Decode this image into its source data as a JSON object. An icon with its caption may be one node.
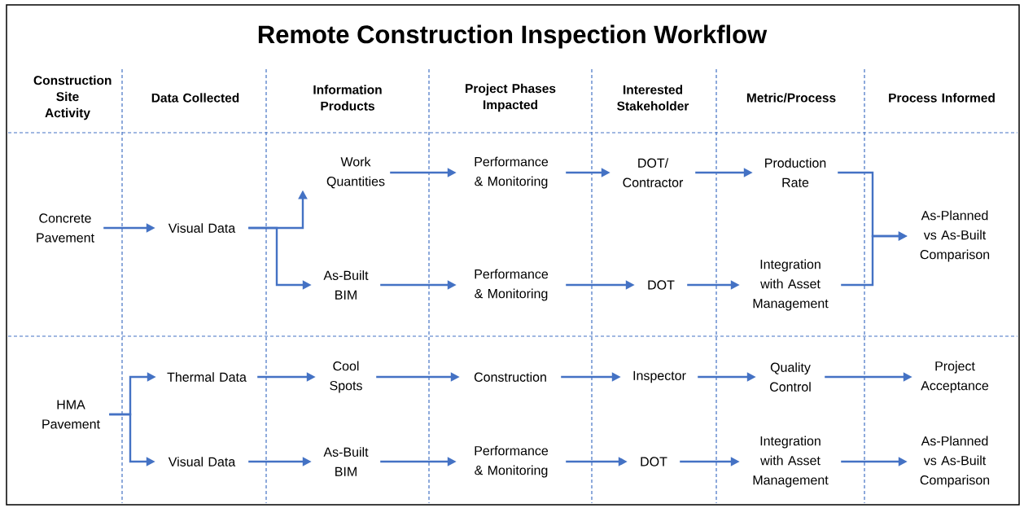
{
  "diagram": {
    "title": "Remote Construction Inspection Workflow",
    "nodes": [
      {
        "text": [
          "Concrete Pavement"
        ]
      },
      {
        "text": [
          "Visual Data"
        ]
      },
      {
        "text": [
          "Work Quantities"
        ]
      },
      {
        "text": [
          "As-Built BIM"
        ]
      },
      {
        "text": [
          "Performance & Monitoring"
        ]
      },
      {
        "text": [
          "Performance & Monitoring"
        ]
      },
      {
        "text": [
          "DOT/ Contractor"
        ]
      },
      {
        "text": [
          "DOT"
        ]
      },
      {
        "text": [
          "Production Rate"
        ]
      },
      {
        "text": [
          "Integration with Asset Management"
        ]
      },
      {
        "text": [
          "As-Planned vs As-Built Comparison"
        ]
      },
      {
        "text": [
          "HMA Pavement"
        ]
      },
      {
        "text": [
          "Thermal Data"
        ]
      },
      {
        "text": [
          "Visual Data"
        ]
      },
      {
        "text": [
          "Cool Spots"
        ]
      },
      {
        "text": [
          "Construction"
        ]
      },
      {
        "text": [
          "Inspector"
        ]
      },
      {
        "text": [
          "Quality Control"
        ]
      },
      {
        "text": [
          "Project Acceptance"
        ]
      },
      {
        "text": [
          "As-Built BIM"
        ]
      },
      {
        "text": [
          "Performance & Monitoring"
        ]
      },
      {
        "text": [
          "DOT"
        ]
      },
      {
        "text": [
          "Integration with Asset Management"
        ]
      },
      {
        "text": [
          "As-Planned vs As-Built Comparison"
        ]
      }
    ],
    "edges": [
      {
        "from": 0,
        "to": 1,
        "arrow": "to"
      },
      {
        "from": 1,
        "to": 2,
        "arrow": "to"
      },
      {
        "from": 1,
        "to": 3,
        "arrow": "to"
      },
      {
        "from": 2,
        "to": 4,
        "arrow": "to"
      },
      {
        "from": 3,
        "to": 5,
        "arrow": "to"
      },
      {
        "from": 4,
        "to": 6,
        "arrow": "to"
      },
      {
        "from": 5,
        "to": 7,
        "arrow": "to"
      },
      {
        "from": 6,
        "to": 8,
        "arrow": "to"
      },
      {
        "from": 7,
        "to": 9,
        "arrow": "to"
      },
      {
        "from": 8,
        "to": 10,
        "arrow": "to"
      },
      {
        "from": 9,
        "to": 10,
        "arrow": "to"
      },
      {
        "from": 11,
        "to": 12,
        "arrow": "to"
      },
      {
        "from": 11,
        "to": 13,
        "arrow": "to"
      },
      {
        "from": 12,
        "to": 14,
        "arrow": "to"
      },
      {
        "from": 13,
        "to": 19,
        "arrow": "to"
      },
      {
        "from": 14,
        "to": 15,
        "arrow": "to"
      },
      {
        "from": 15,
        "to": 16,
        "arrow": "to"
      },
      {
        "from": 16,
        "to": 17,
        "arrow": "to"
      },
      {
        "from": 17,
        "to": 18,
        "arrow": "to"
      },
      {
        "from": 19,
        "to": 20,
        "arrow": "to"
      },
      {
        "from": 20,
        "to": 21,
        "arrow": "to"
      },
      {
        "from": 21,
        "to": 22,
        "arrow": "to"
      },
      {
        "from": 22,
        "to": 23,
        "arrow": "to"
      }
    ],
    "labels": [
      "Construction Site Activity",
      "Data Collected",
      "Information Products",
      "Project Phases Impacted",
      "Interested Stakeholder",
      "Metric/Process",
      "Process Informed"
    ]
  }
}
